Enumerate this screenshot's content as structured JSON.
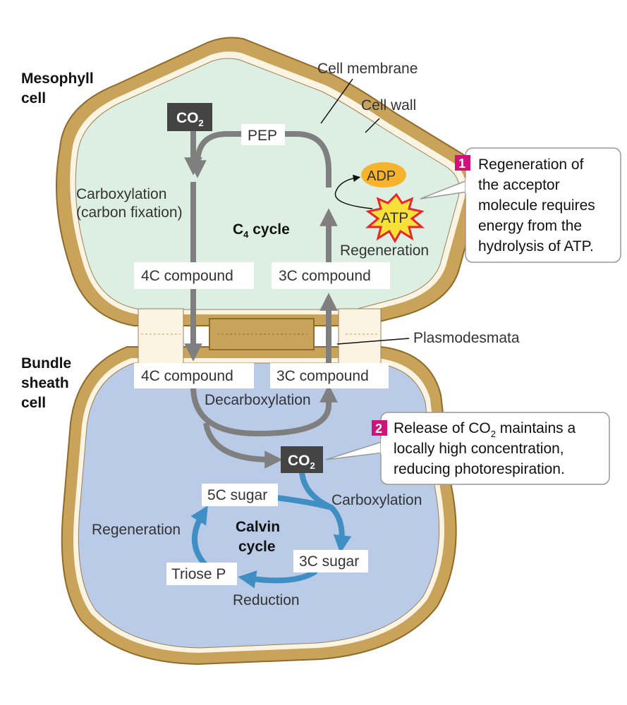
{
  "cells": {
    "mesophyll": [
      "Mesophyll",
      "cell"
    ],
    "bundle_sheath": [
      "Bundle",
      "sheath",
      "cell"
    ]
  },
  "structures": {
    "cell_membrane": "Cell membrane",
    "cell_wall": "Cell wall",
    "plasmodesmata": "Plasmodesmata"
  },
  "c4_cycle": {
    "co2": "CO",
    "co2_sub": "2",
    "pep": "PEP",
    "carboxylation": [
      "Carboxylation",
      "(carbon fixation)"
    ],
    "title_c": "C",
    "title_sub": "4",
    "title_rest": " cycle",
    "four_c_top": "4C compound",
    "three_c_top": "3C compound",
    "regeneration": "Regeneration",
    "adp": "ADP",
    "atp": "ATP"
  },
  "bundle": {
    "four_c": "4C compound",
    "three_c": "3C compound",
    "decarboxylation": "Decarboxylation",
    "co2": "CO",
    "co2_sub": "2"
  },
  "calvin_cycle": {
    "five_c_sugar": "5C sugar",
    "carboxylation": "Carboxylation",
    "title": [
      "Calvin",
      "cycle"
    ],
    "regeneration": "Regeneration",
    "three_c_sugar": "3C sugar",
    "triose_p": "Triose P",
    "reduction": "Reduction"
  },
  "callouts": [
    {
      "number": "1",
      "lines": [
        "Regeneration of",
        "the acceptor",
        "molecule requires",
        "energy from the",
        "hydrolysis of ATP."
      ]
    },
    {
      "number": "2",
      "line1_pre": "Release of CO",
      "line1_sub": "2",
      "line1_post": " maintains a",
      "lines": [
        "locally high concentration,",
        "reducing photorespiration."
      ]
    }
  ],
  "colors": {
    "cell_wall": "#c9a35a",
    "cell_wall_edge": "#8f6a2a",
    "membrane_band": "#fcf4e2",
    "mesophyll_fill": "#dcefe2",
    "bundle_fill": "#b9cbe6",
    "c4_arrow": "#7f7f7f",
    "calvin_arrow": "#3f8fc4",
    "co2_box": "#444444",
    "callout_badge": "#d2127b",
    "adp": "#f7b32b",
    "atp_burst": "#e8262b"
  }
}
